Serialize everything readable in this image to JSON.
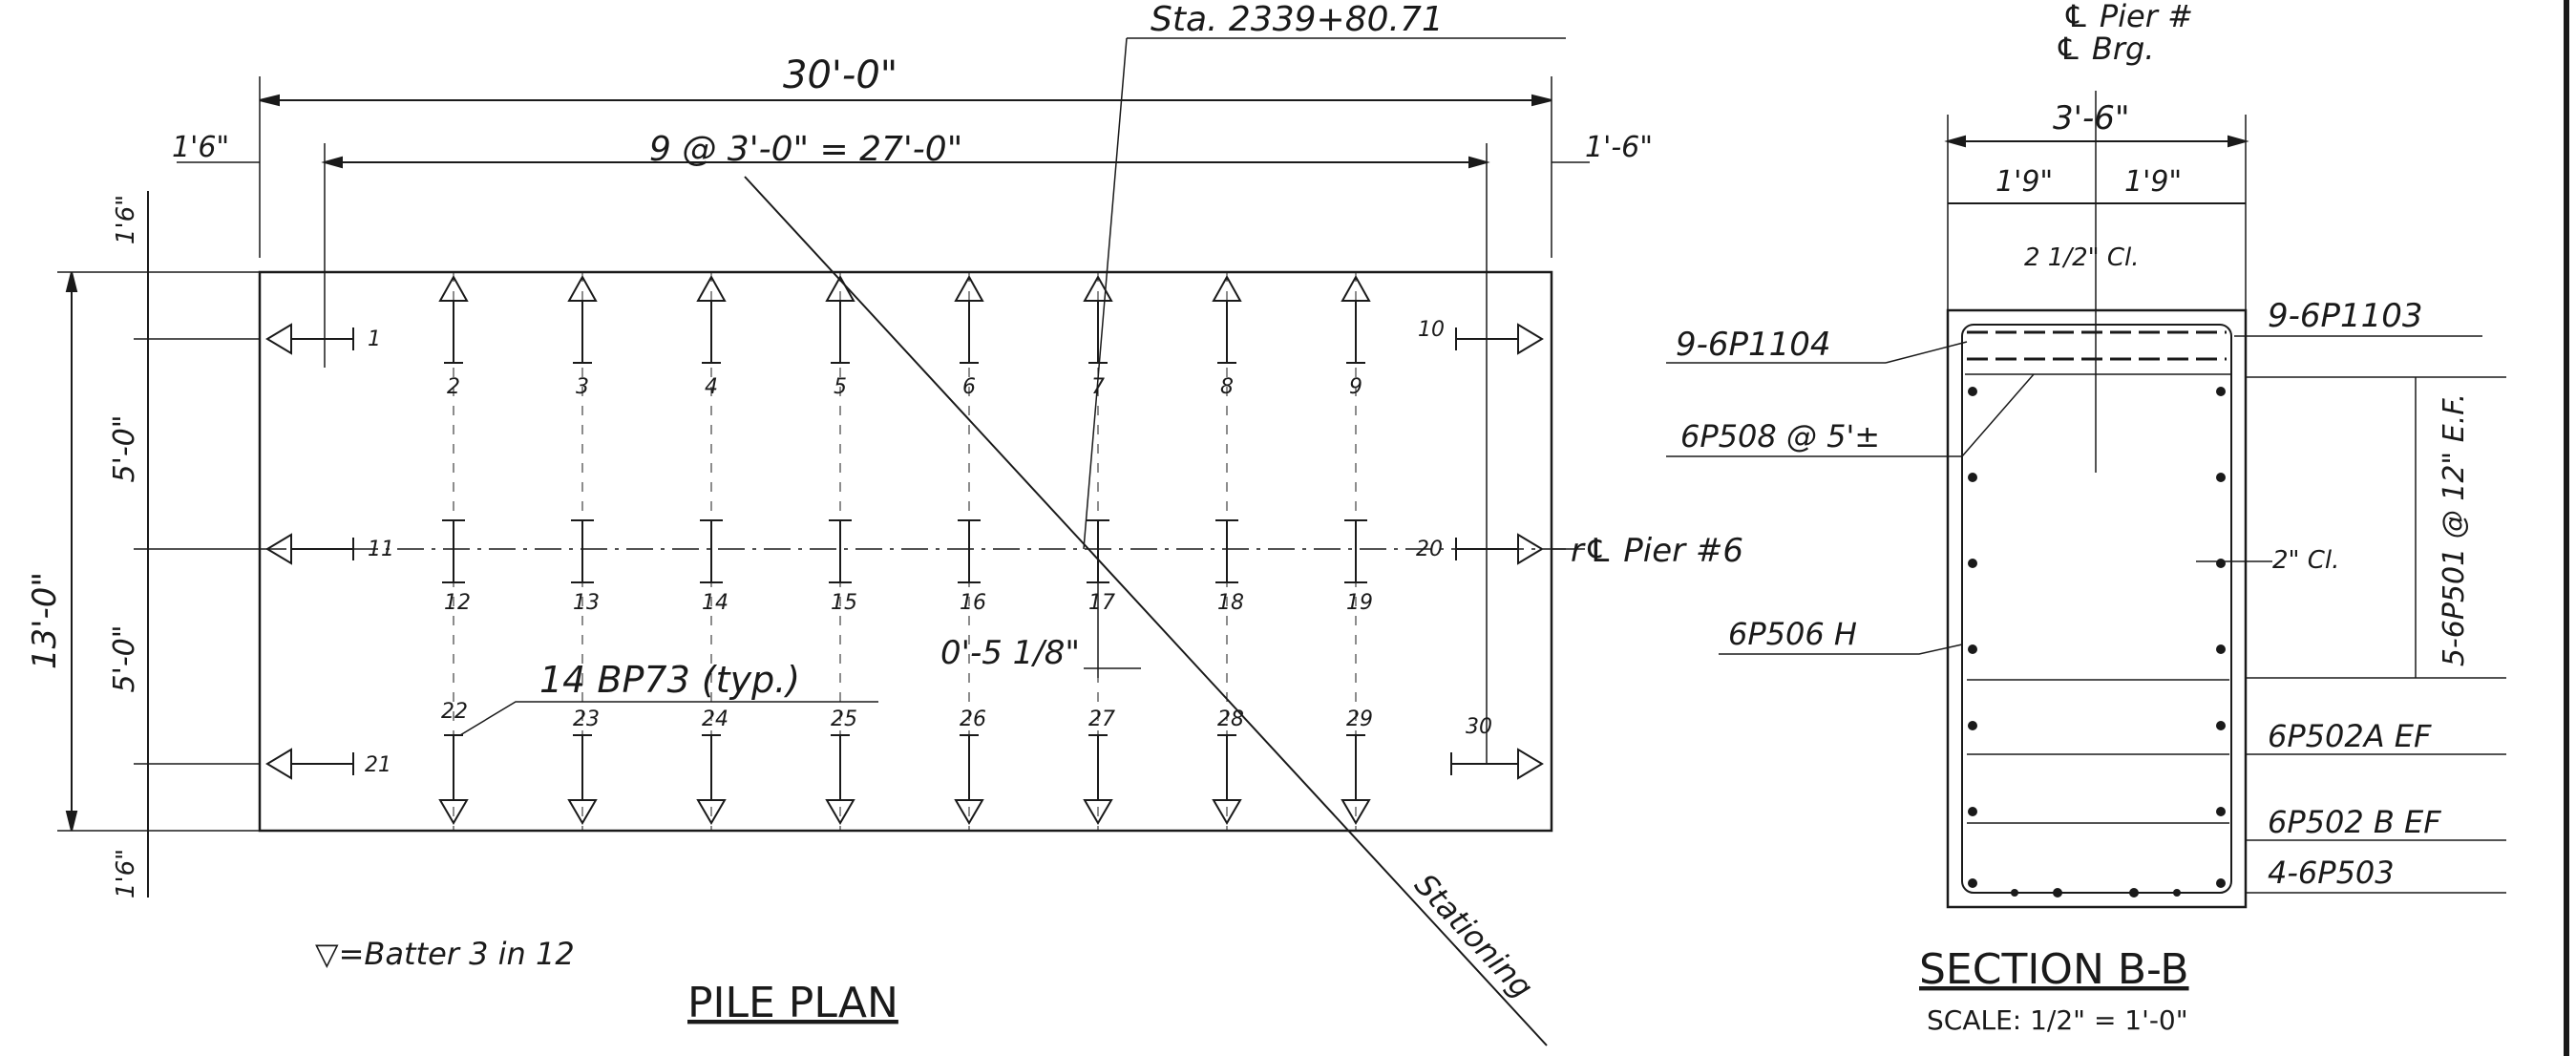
{
  "colors": {
    "ink": "#1a1a1a",
    "paper": "#ffffff"
  },
  "plan": {
    "title": "PILE PLAN",
    "overall_width": "30'-0\"",
    "pile_spacing": "9 @ 3'-0\" = 27'-0\"",
    "edge_left": "1'6\"",
    "edge_right": "1'-6\"",
    "edge_top": "1'6\"",
    "edge_bottom": "1'6\"",
    "overall_depth": "13'-0\"",
    "row_spacing_upper": "5'-0\"",
    "row_spacing_lower": "5'-0\"",
    "station": "Sta. 2339+80.71",
    "station_line": "Stationing",
    "pier_centerline": "r℄ Pier #6",
    "offset": "0'-5 1/8\"",
    "pile_note": "14 BP73 (typ.)",
    "batter_note": "▽=Batter 3 in 12",
    "piles": [
      "1",
      "2",
      "3",
      "4",
      "5",
      "6",
      "7",
      "8",
      "9",
      "10",
      "11",
      "12",
      "13",
      "14",
      "15",
      "16",
      "17",
      "18",
      "19",
      "20",
      "21",
      "22",
      "23",
      "24",
      "25",
      "26",
      "27",
      "28",
      "29",
      "30"
    ]
  },
  "section": {
    "title": "SECTION B-B",
    "scale": "SCALE: 1/2\" = 1'-0\"",
    "pier_label": "℄ Pier #",
    "brg_label": "℄ Brg.",
    "overall_width": "3'-6\"",
    "half_left": "1'9\"",
    "half_right": "1'9\"",
    "top_clear": "2 1/2\" Cl.",
    "side_clear": "2\" Cl.",
    "bars": {
      "top_left": "9-6P1104",
      "top_right": "9-6P1103",
      "bent": "6P508 @ 5'±",
      "vertical": "5-6P501 @ 12\" E.F.",
      "hoop": "6P506 H",
      "stirrup_a": "6P502A EF",
      "stirrup_b": "6P502 B EF",
      "bottom": "4-6P503"
    }
  }
}
